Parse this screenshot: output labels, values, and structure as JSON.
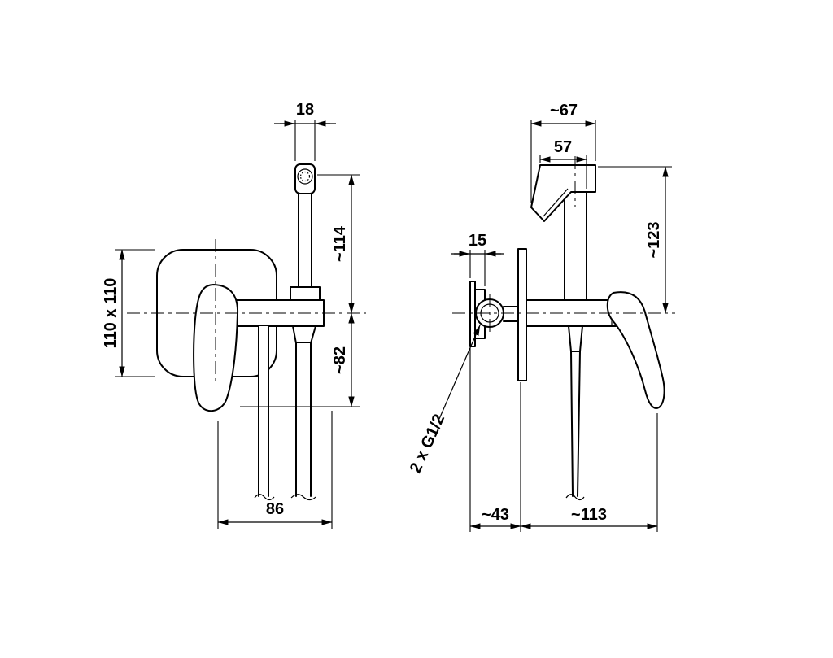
{
  "front_view": {
    "spray_width": "18",
    "upper_height": "~114",
    "lower_height": "~82",
    "plate_size": "110 x 110",
    "hose_offset": "86"
  },
  "side_view": {
    "head_overall_depth": "~67",
    "head_depth": "57",
    "inwall_depth": "15",
    "overall_height": "~123",
    "thread": "2 x G1/2",
    "wall_offset": "~43",
    "reach": "~113"
  }
}
